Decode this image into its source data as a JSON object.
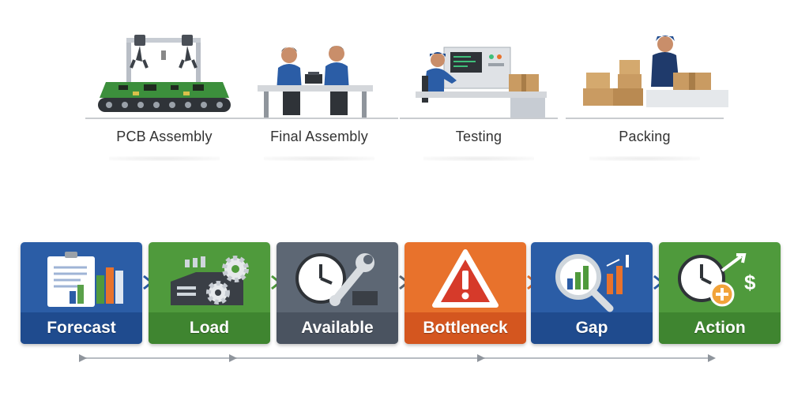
{
  "stages": [
    {
      "label": "PCB Assembly"
    },
    {
      "label": "Final Assembly"
    },
    {
      "label": "Testing"
    },
    {
      "label": "Packing"
    }
  ],
  "steps": [
    {
      "label": "Forecast",
      "icon": "forecast-chart-icon",
      "color": "#2b5da6",
      "band": "#1f4b8e"
    },
    {
      "label": "Load",
      "icon": "factory-gears-icon",
      "color": "#4f9a3c",
      "band": "#3f8530"
    },
    {
      "label": "Available",
      "icon": "clock-wrench-icon",
      "color": "#5d6774",
      "band": "#4a5360"
    },
    {
      "label": "Bottleneck",
      "icon": "warning-icon",
      "color": "#e8722c",
      "band": "#d4561f"
    },
    {
      "label": "Gap",
      "icon": "magnifier-chart-icon",
      "color": "#2b5da6",
      "band": "#1f4b8e"
    },
    {
      "label": "Action",
      "icon": "clock-dollar-icon",
      "color": "#4f9a3c",
      "band": "#3f8530"
    }
  ]
}
